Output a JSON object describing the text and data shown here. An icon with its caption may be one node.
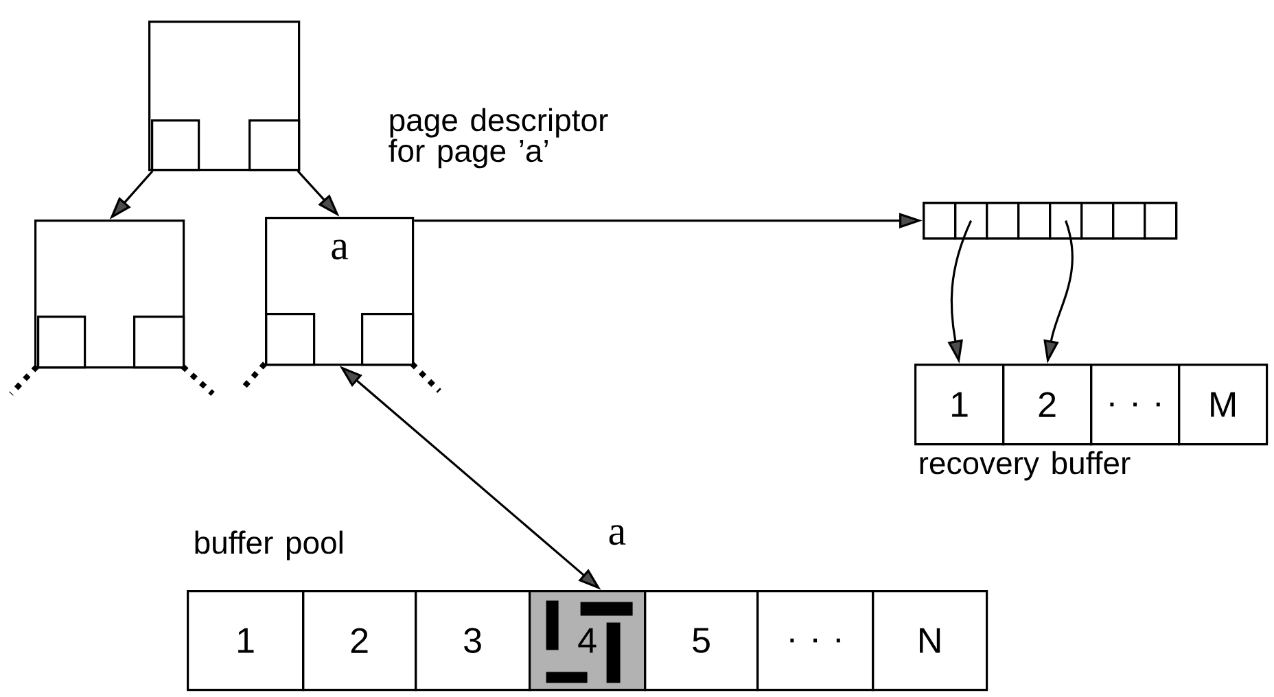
{
  "diagram": {
    "nodes": [
      {
        "text": [],
        "shape": "box"
      },
      {
        "text": [],
        "shape": "box",
        "in": 0
      },
      {
        "text": [],
        "shape": "box",
        "in": 0
      },
      {
        "text": [],
        "shape": "box"
      },
      {
        "text": [],
        "shape": "box",
        "in": 3
      },
      {
        "text": [],
        "shape": "box",
        "in": 3
      },
      {
        "text": [
          "a"
        ]
      },
      {
        "text": [],
        "shape": "box",
        "in": 6
      },
      {
        "text": [],
        "shape": "box",
        "in": 6
      },
      {
        "text": [],
        "shape": "box"
      },
      {
        "text": [],
        "shape": "box",
        "in": 9
      },
      {
        "text": [],
        "shape": "box",
        "in": 9
      },
      {
        "text": [],
        "shape": "box",
        "in": 9
      },
      {
        "text": [],
        "shape": "box",
        "in": 9
      },
      {
        "text": [],
        "shape": "box",
        "in": 9
      },
      {
        "text": [],
        "shape": "box",
        "in": 9
      },
      {
        "text": [],
        "shape": "box",
        "in": 9
      },
      {
        "text": [],
        "shape": "box",
        "in": 9
      },
      {
        "text": [
          "1"
        ]
      },
      {
        "text": [
          "2"
        ]
      },
      {
        "text": [
          ". . ."
        ]
      },
      {
        "text": [
          "M"
        ]
      },
      {
        "text": [
          "1"
        ]
      },
      {
        "text": [
          "2"
        ]
      },
      {
        "text": [
          "3"
        ]
      },
      {
        "text": [
          "4"
        ]
      },
      {
        "text": [
          "5"
        ]
      },
      {
        "text": [
          ". . ."
        ]
      },
      {
        "text": [
          "N"
        ]
      }
    ],
    "edges": [
      {
        "from": 1,
        "to": 3,
        "arrow": "to"
      },
      {
        "from": 2,
        "to": 6,
        "arrow": "to"
      },
      {
        "from": 6,
        "to": 9,
        "arrow": "to"
      },
      {
        "from": 11,
        "to": 18,
        "arrow": "to"
      },
      {
        "from": 14,
        "to": 19,
        "arrow": "to"
      },
      {
        "from": 6,
        "to": 25,
        "arrow": "both"
      }
    ],
    "labels": [
      "page descriptor for page ’a’",
      "recovery buffer",
      "buffer pool",
      "a"
    ]
  }
}
